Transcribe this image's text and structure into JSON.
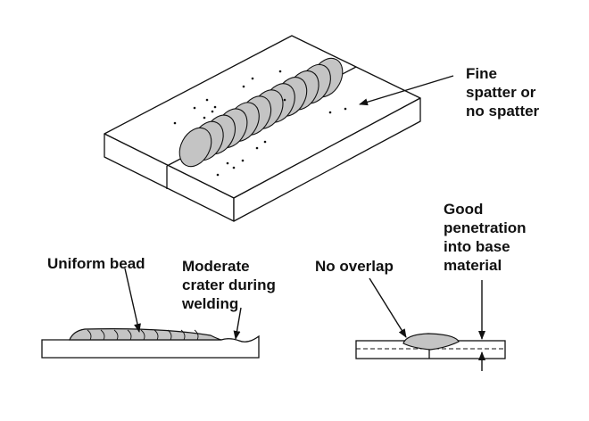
{
  "colors": {
    "ink": "#111111",
    "bead_fill": "#c4c4c4",
    "plate_fill": "#ffffff"
  },
  "labels": {
    "spatter": [
      "Fine",
      "spatter or",
      "no spatter"
    ],
    "uniform_bead": [
      "Uniform bead"
    ],
    "crater": [
      "Moderate",
      "crater during",
      "welding"
    ],
    "no_overlap": [
      "No overlap"
    ],
    "penetration": [
      "Good",
      "penetration",
      "into base",
      "material"
    ]
  }
}
